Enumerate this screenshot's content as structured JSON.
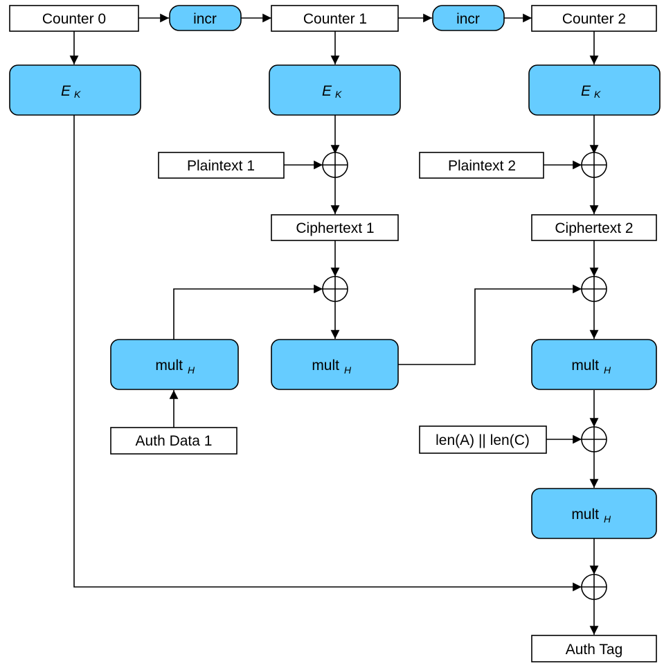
{
  "colors": {
    "block_fill": "#66CCFF",
    "box_fill": "#FFFFFF",
    "line": "#000000"
  },
  "counters": [
    "Counter 0",
    "Counter 1",
    "Counter 2"
  ],
  "incr_label": "incr",
  "encrypt": {
    "main": "E",
    "subscript": "K"
  },
  "mult": {
    "main": "mult",
    "subscript": "H"
  },
  "plaintexts": [
    "Plaintext 1",
    "Plaintext 2"
  ],
  "ciphertexts": [
    "Ciphertext 1",
    "Ciphertext 2"
  ],
  "auth_data": "Auth Data 1",
  "lengths": "len(A) || len(C)",
  "auth_tag": "Auth Tag"
}
